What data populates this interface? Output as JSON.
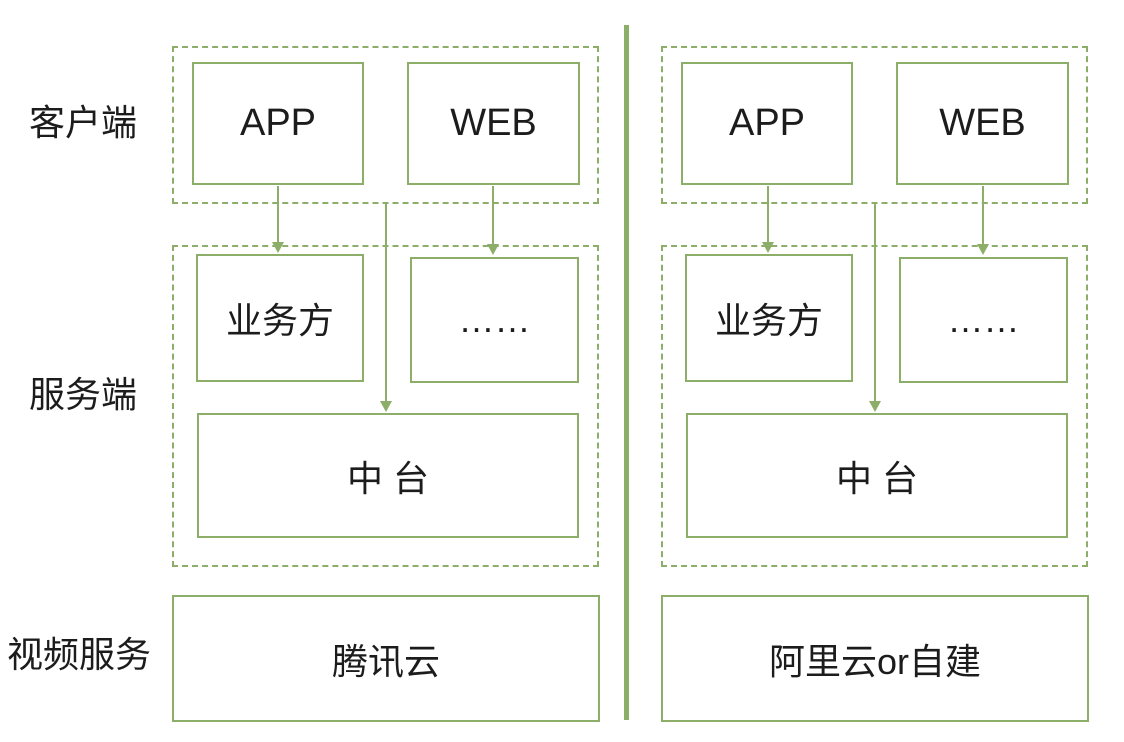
{
  "diagram": {
    "title_implied": "",
    "row_labels": [
      {
        "id": "client",
        "label": "客户端"
      },
      {
        "id": "server",
        "label": "服务端"
      },
      {
        "id": "video-service",
        "label": "视频服务"
      }
    ],
    "columns": [
      {
        "id": "tencent-stack",
        "client_boxes": [
          {
            "label": "APP"
          },
          {
            "label": "WEB"
          }
        ],
        "server_boxes": [
          {
            "label": "业务方"
          },
          {
            "label": "……"
          }
        ],
        "middle_platform_label": "中台",
        "video_service_label": "腾讯云"
      },
      {
        "id": "ali-stack",
        "client_boxes": [
          {
            "label": "APP"
          },
          {
            "label": "WEB"
          }
        ],
        "server_boxes": [
          {
            "label": "业务方"
          },
          {
            "label": "……"
          }
        ],
        "middle_platform_label": "中台",
        "video_service_label": "阿里云or自建"
      }
    ],
    "arrows": [
      {
        "from": "APP",
        "to": "业务方",
        "column": "tencent-stack"
      },
      {
        "from": "WEB",
        "to": "……",
        "column": "tencent-stack"
      },
      {
        "from": "客户端",
        "to": "中台",
        "column": "tencent-stack"
      },
      {
        "from": "APP",
        "to": "业务方",
        "column": "ali-stack"
      },
      {
        "from": "WEB",
        "to": "……",
        "column": "ali-stack"
      },
      {
        "from": "客户端",
        "to": "中台",
        "column": "ali-stack"
      }
    ],
    "colors": {
      "line_green": "#8cae68",
      "text": "#1c1c1c",
      "background": "#ffffff"
    }
  }
}
